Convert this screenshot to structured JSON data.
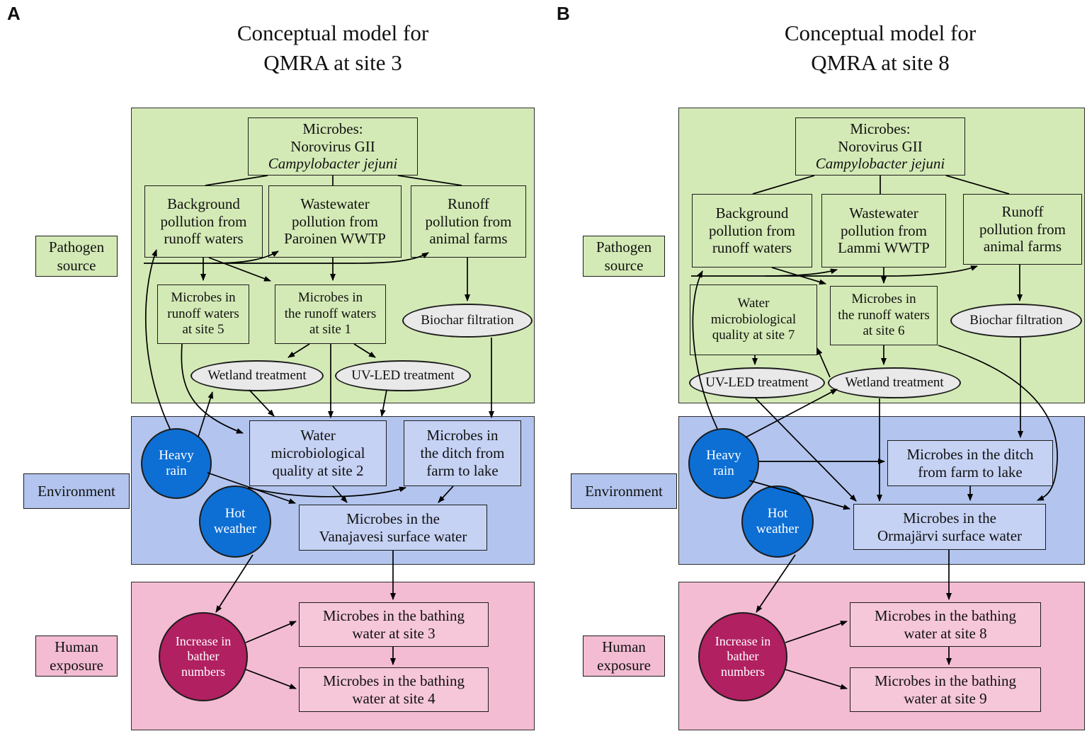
{
  "colors": {
    "region_green": "#d4eab6",
    "region_blue": "#b3c5ee",
    "region_pink": "#f3bcd2",
    "box_blue": "#c6d2f4",
    "box_pink": "#f6c6d9",
    "ellipse_gray": "#e9e9e9",
    "circle_blue": "#0d6fd4",
    "circle_crimson": "#b12061",
    "line_black": "#000000"
  },
  "side_labels": {
    "pathogen": "Pathogen source",
    "environment": "Environment",
    "human": "Human exposure"
  },
  "panels": [
    {
      "letter": "A",
      "title_lines": [
        "Conceptual model for",
        "QMRA at site 3"
      ],
      "nodes": {
        "microbes": [
          "Microbes:",
          "Norovirus GII",
          "Campylobacter jejuni"
        ],
        "background": [
          "Background",
          "pollution from",
          "runoff waters"
        ],
        "wastewater": [
          "Wastewater",
          "pollution from",
          "Paroinen WWTP"
        ],
        "runoff": [
          "Runoff",
          "pollution from",
          "animal farms"
        ],
        "mid_left": [
          "Microbes in",
          "runoff waters",
          "at site 5"
        ],
        "mid_center": [
          "Microbes in",
          "the runoff waters",
          "at site 1"
        ],
        "biochar": [
          "Biochar filtration"
        ],
        "wetland": [
          "Wetland treatment"
        ],
        "uvled": [
          "UV-LED treatment"
        ],
        "heavyrain": [
          "Heavy",
          "rain"
        ],
        "hotweather": [
          "Hot",
          "weather"
        ],
        "waterq": [
          "Water",
          "microbiological",
          "quality at site 2"
        ],
        "ditch": [
          "Microbes in",
          "the ditch from",
          "farm to lake"
        ],
        "lake": [
          "Microbes in the",
          "Vanajavesi surface water"
        ],
        "increase": [
          "Increase in",
          "bather",
          "numbers"
        ],
        "bathing1": [
          "Microbes in the bathing",
          "water at site 3"
        ],
        "bathing2": [
          "Microbes in the bathing",
          "water at site 4"
        ]
      }
    },
    {
      "letter": "B",
      "title_lines": [
        "Conceptual model for",
        "QMRA at site 8"
      ],
      "nodes": {
        "microbes": [
          "Microbes:",
          "Norovirus GII",
          "Campylobacter jejuni"
        ],
        "background": [
          "Background",
          "pollution from",
          "runoff waters"
        ],
        "wastewater": [
          "Wastewater",
          "pollution from",
          "Lammi WWTP"
        ],
        "runoff": [
          "Runoff",
          "pollution from",
          "animal farms"
        ],
        "mid_left": [
          "Water",
          "microbiological",
          "quality at site 7"
        ],
        "mid_center": [
          "Microbes in",
          "the runoff waters",
          "at site 6"
        ],
        "biochar": [
          "Biochar filtration"
        ],
        "uvled": [
          "UV-LED treatment"
        ],
        "wetland": [
          "Wetland treatment"
        ],
        "heavyrain": [
          "Heavy",
          "rain"
        ],
        "hotweather": [
          "Hot",
          "weather"
        ],
        "ditch": [
          "Microbes in the ditch",
          "from farm to lake"
        ],
        "lake": [
          "Microbes in the",
          "Ormajärvi surface water"
        ],
        "increase": [
          "Increase in",
          "bather",
          "numbers"
        ],
        "bathing1": [
          "Microbes in the bathing",
          "water at site 8"
        ],
        "bathing2": [
          "Microbes in the bathing",
          "water at site 9"
        ]
      }
    }
  ]
}
